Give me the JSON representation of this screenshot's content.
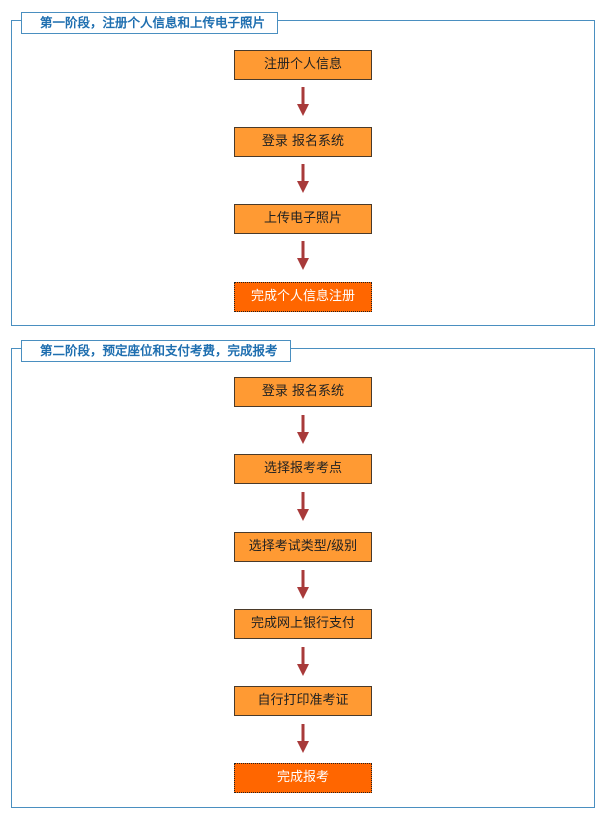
{
  "stage1": {
    "title": "第一阶段，注册个人信息和上传电子照片",
    "steps": [
      "注册个人信息",
      "登录 报名系统",
      "上传电子照片",
      "完成个人信息注册"
    ]
  },
  "stage2": {
    "title": "第二阶段，预定座位和支付考费，完成报考",
    "steps": [
      "登录 报名系统",
      "选择报考考点",
      "选择考试类型/级别",
      "完成网上银行支付",
      "自行打印准考证",
      "完成报考"
    ]
  },
  "colors": {
    "frame": "#4a8fc0",
    "title_text": "#1f6fb0",
    "step_fill": "#ff9a33",
    "final_fill": "#ff6600",
    "arrow": "#a83a3a"
  },
  "icons": {
    "connector": "arrow-down-icon"
  }
}
